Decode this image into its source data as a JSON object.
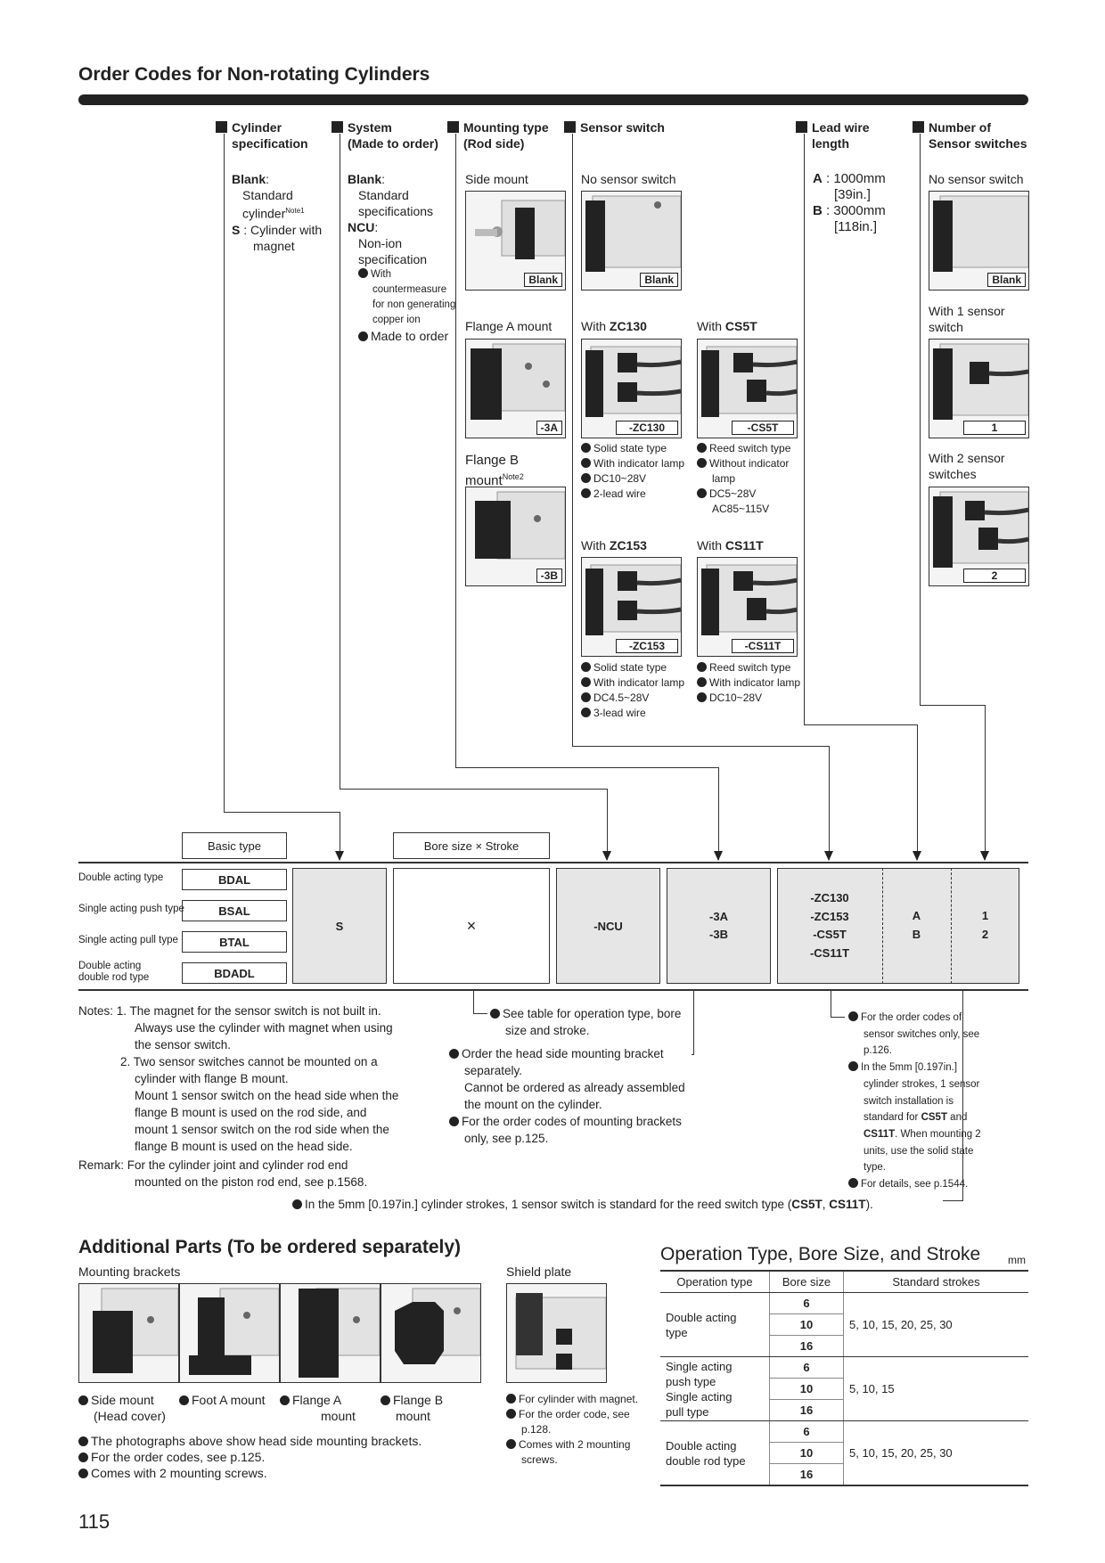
{
  "page_title": "Order Codes for Non-rotating Cylinders",
  "columns": {
    "cylinder": {
      "header": [
        "Cylinder",
        "specification"
      ],
      "lines": [
        {
          "b": "Blank",
          "t": ":"
        },
        {
          "t": "Standard"
        },
        {
          "t": "cylinder",
          "sup": "Note1"
        },
        {
          "b": "S",
          "t": " :  Cylinder with"
        },
        {
          "t": "magnet"
        }
      ]
    },
    "system": {
      "header": [
        "System",
        "(Made to order)"
      ],
      "lines": [
        {
          "b": "Blank",
          "t": ":"
        },
        {
          "t": "Standard"
        },
        {
          "t": "specifications"
        },
        {
          "b": "NCU",
          "t": ":"
        },
        {
          "t": "Non-ion"
        },
        {
          "t": "specification"
        }
      ],
      "bullets": [
        "With",
        "countermeasure",
        "for non generating",
        "copper ion"
      ],
      "made_to_order": "Made to order"
    },
    "mounting": {
      "header": [
        "Mounting type",
        "(Rod side)"
      ],
      "side_mount": "Side mount",
      "flange_a": "Flange A mount",
      "flange_b": "Flange B",
      "flange_b2": "mount",
      "note2": "Note2",
      "badges": [
        "Blank",
        "-3A",
        "-3B"
      ]
    },
    "sensor": {
      "header": "Sensor switch",
      "none": "No sensor switch",
      "none_badge": "Blank",
      "zc130": {
        "pre": "With ",
        "code": "ZC130",
        "badge": "-ZC130",
        "bullets": [
          "Solid state type",
          "With indicator lamp",
          "DC10~28V",
          "2-lead wire"
        ]
      },
      "cs5t": {
        "pre": "With ",
        "code": "CS5T",
        "badge": "-CS5T",
        "bullets": [
          "Reed switch type",
          "Without indicator",
          "lamp",
          "DC5~28V",
          "AC85~115V"
        ]
      },
      "zc153": {
        "pre": "With ",
        "code": "ZC153",
        "badge": "-ZC153",
        "bullets": [
          "Solid state type",
          "With indicator lamp",
          "DC4.5~28V",
          "3-lead wire"
        ]
      },
      "cs11t": {
        "pre": "With ",
        "code": "CS11T",
        "badge": "-CS11T",
        "bullets": [
          "Reed switch type",
          "With indicator lamp",
          "DC10~28V"
        ]
      }
    },
    "lead": {
      "header": [
        "Lead wire",
        "length"
      ],
      "a_code": "A",
      "a_text": " : 1000mm",
      "a_in": "[39in.]",
      "b_code": "B",
      "b_text": " : 3000mm",
      "b_in": "[118in.]"
    },
    "number": {
      "header": [
        "Number of",
        "Sensor switches"
      ],
      "none": "No sensor switch",
      "one": "With 1 sensor",
      "one2": "switch",
      "two": "With 2 sensor",
      "two2": "switches",
      "badges": [
        "Blank",
        "1",
        "2"
      ]
    }
  },
  "code_row": {
    "basic_type_label": "Basic type",
    "bore_label": "Bore size × Stroke",
    "types": [
      {
        "label": "Double acting type",
        "code": "BDAL"
      },
      {
        "label": "Single acting push type",
        "code": "BSAL"
      },
      {
        "label": "Single acting pull type",
        "code": "BTAL"
      },
      {
        "label": "Double acting\ndouble rod type",
        "code": "BDADL"
      }
    ],
    "s": "S",
    "x": "×",
    "ncu": "-NCU",
    "mount": [
      "-3A",
      "-3B"
    ],
    "sensor": [
      "-ZC130",
      "-ZC153",
      "-CS5T",
      "-CS11T"
    ],
    "lead": [
      "A",
      "B"
    ],
    "num": [
      "1",
      "2"
    ]
  },
  "notes": {
    "lines": [
      {
        "lead": "Notes:  1.",
        "t": "The magnet for the sensor switch is not built in."
      },
      {
        "t": "Always use the cylinder with magnet when using"
      },
      {
        "t": "the sensor switch."
      },
      {
        "lead": "2.",
        "t": "Two sensor switches cannot be mounted on a"
      },
      {
        "t": "cylinder with flange B mount."
      },
      {
        "t": "Mount 1 sensor switch on the head side when the"
      },
      {
        "t": "flange B mount is used on the rod side, and"
      },
      {
        "t": "mount 1 sensor switch on the rod side when the"
      },
      {
        "t": "flange B mount is used on the head side."
      },
      {
        "lead": "Remark:",
        "t": "For the cylinder joint and cylinder rod end"
      },
      {
        "t": "mounted on the piston rod end, see p.1568."
      }
    ],
    "mid1": [
      "See table for operation type, bore",
      "size and stroke."
    ],
    "mid2": [
      "Order the head side mounting bracket",
      "separately.",
      "Cannot be ordered as already assembled",
      "the mount on the cylinder."
    ],
    "mid3": [
      "For the order codes of mounting brackets",
      "only, see p.125."
    ],
    "right": [
      {
        "d": true,
        "t": "For the order codes of"
      },
      {
        "t": "sensor switches only, see"
      },
      {
        "t": "p.126."
      },
      {
        "d": true,
        "t": "In the 5mm [0.197in.]"
      },
      {
        "t": "cylinder strokes, 1 sensor"
      },
      {
        "t": "switch installation is"
      },
      {
        "t": "standard for ",
        "b": "CS5T",
        "t2": " and"
      },
      {
        "b": "CS11T",
        "t": ". When mounting 2"
      },
      {
        "t": "units, use the solid state"
      },
      {
        "t": "type."
      },
      {
        "d": true,
        "t": "For details, see p.1544."
      }
    ],
    "bottom_pre": "In the 5mm [0.197in.] cylinder strokes, 1 sensor switch is standard for the reed switch type (",
    "bottom_b1": "CS5T",
    "bottom_sep": ", ",
    "bottom_b2": "CS11T",
    "bottom_post": ")."
  },
  "additional": {
    "title": "Additional Parts (To be ordered separately)",
    "brackets_label": "Mounting brackets",
    "shield_label": "Shield plate",
    "captions": [
      [
        "Side mount",
        "(Head cover)"
      ],
      [
        "Foot A mount",
        ""
      ],
      [
        "Flange A",
        "mount"
      ],
      [
        "Flange B",
        "mount"
      ]
    ],
    "bullets": [
      "The photographs above show head side mounting brackets.",
      "For the order codes, see p.125.",
      "Comes with 2 mounting screws."
    ],
    "shield_bullets": [
      [
        "For cylinder with magnet."
      ],
      [
        "For the order code, see",
        "p.128."
      ],
      [
        "Comes with 2 mounting",
        "screws."
      ]
    ]
  },
  "operation": {
    "title": "Operation Type, Bore Size, and Stroke",
    "unit": "mm",
    "headers": [
      "Operation type",
      "Bore size",
      "Standard strokes"
    ],
    "groups": [
      {
        "type": [
          "Double acting",
          "type"
        ],
        "bores": [
          "6",
          "10",
          "16"
        ],
        "strokes": "5, 10, 15, 20, 25, 30"
      },
      {
        "type": [
          "Single acting",
          "push type",
          "Single acting",
          "pull type"
        ],
        "bores": [
          "6",
          "10",
          "16"
        ],
        "strokes": "5, 10, 15"
      },
      {
        "type": [
          "Double acting",
          "double rod type"
        ],
        "bores": [
          "6",
          "10",
          "16"
        ],
        "strokes": "5, 10, 15, 20, 25, 30"
      }
    ]
  },
  "page_number": "115"
}
